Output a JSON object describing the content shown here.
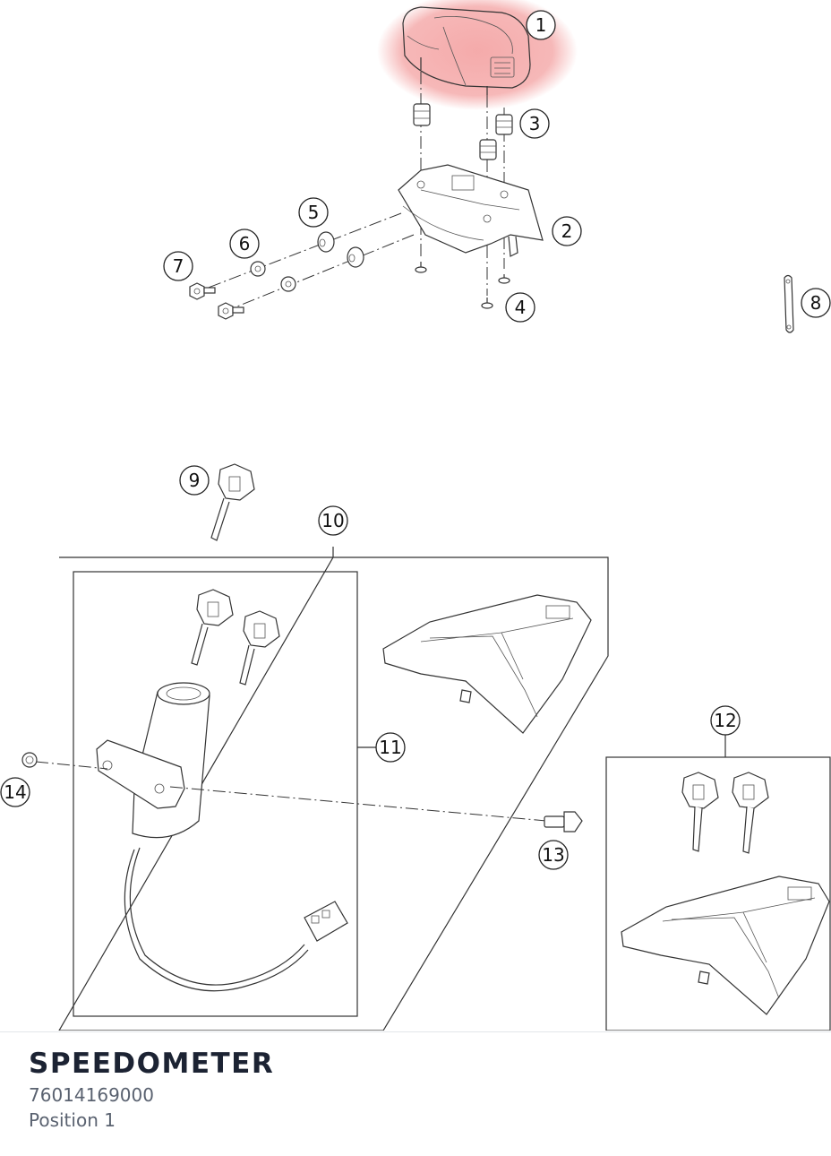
{
  "part": {
    "title": "SPEEDOMETER",
    "number": "76014169000",
    "position": "Position 1"
  },
  "highlight_color": "#f4a6a6",
  "callouts": [
    "1",
    "2",
    "3",
    "4",
    "5",
    "6",
    "7",
    "8",
    "9",
    "10",
    "11",
    "12",
    "13",
    "14"
  ]
}
